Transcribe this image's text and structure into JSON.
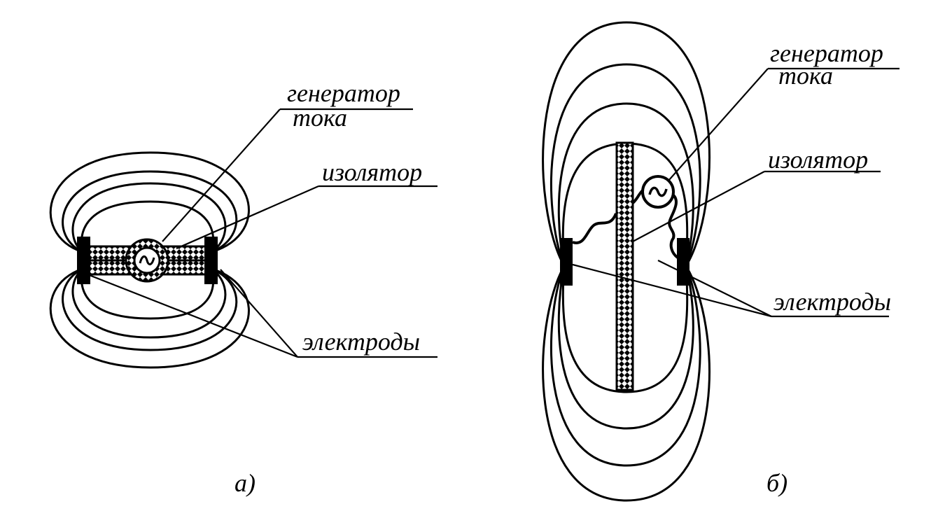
{
  "diagram_a": {
    "caption": "а)",
    "labels": {
      "generator_line1": "генератор",
      "generator_line2": "тока",
      "insulator": "изолятор",
      "electrodes": "электроды"
    },
    "generator_symbol": "~"
  },
  "diagram_b": {
    "caption": "б)",
    "labels": {
      "generator_line1": "генератор",
      "generator_line2": "тока",
      "insulator": "изолятор",
      "electrodes": "электроды"
    },
    "generator_symbol": "~"
  },
  "colors": {
    "ink": "#000000",
    "background": "#ffffff"
  }
}
